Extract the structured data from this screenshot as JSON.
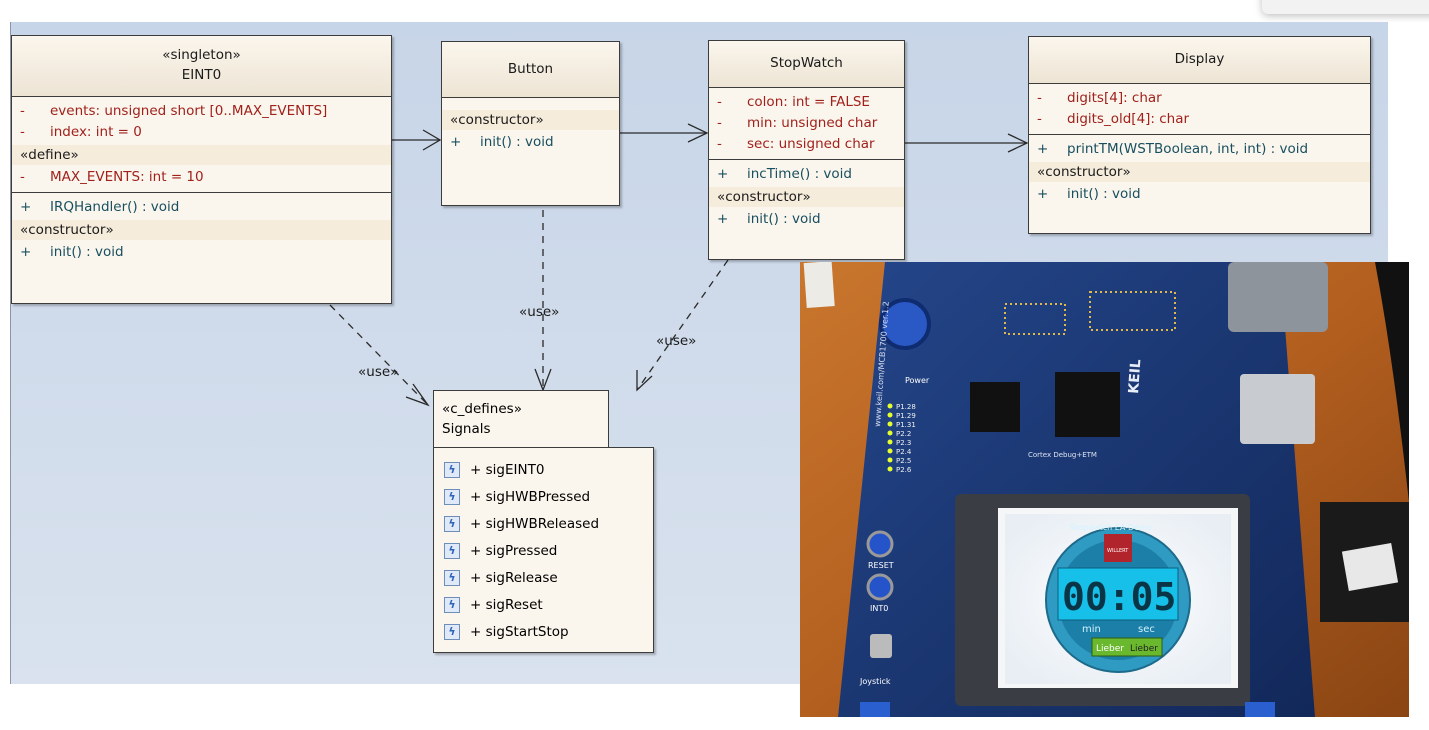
{
  "classes": {
    "eint0": {
      "stereotype": "«singleton»",
      "name": "EINT0",
      "attributes": [
        {
          "vis": "-",
          "text": "events:  unsigned short [0..MAX_EVENTS]"
        },
        {
          "vis": "-",
          "text": "index:  int = 0"
        }
      ],
      "define_label": "«define»",
      "defines": [
        {
          "vis": "-",
          "text": "MAX_EVENTS:  int = 10"
        }
      ],
      "operations": [
        {
          "vis": "+",
          "text": "IRQHandler() : void"
        }
      ],
      "constructor_label": "«constructor»",
      "constructors": [
        {
          "vis": "+",
          "text": "init() : void"
        }
      ]
    },
    "button": {
      "name": "Button",
      "constructor_label": "«constructor»",
      "constructors": [
        {
          "vis": "+",
          "text": "init() : void"
        }
      ]
    },
    "stopwatch": {
      "name": "StopWatch",
      "attributes": [
        {
          "vis": "-",
          "text": "colon:  int = FALSE"
        },
        {
          "vis": "-",
          "text": "min:  unsigned char"
        },
        {
          "vis": "-",
          "text": "sec:  unsigned char"
        }
      ],
      "operations": [
        {
          "vis": "+",
          "text": "incTime() : void"
        }
      ],
      "constructor_label": "«constructor»",
      "constructors": [
        {
          "vis": "+",
          "text": "init() : void"
        }
      ]
    },
    "display": {
      "name": "Display",
      "attributes": [
        {
          "vis": "-",
          "text": "digits[4]:  char"
        },
        {
          "vis": "-",
          "text": "digits_old[4]:  char"
        }
      ],
      "operations": [
        {
          "vis": "+",
          "text": "printTM(WSTBoolean, int, int) : void"
        }
      ],
      "constructor_label": "«constructor»",
      "constructors": [
        {
          "vis": "+",
          "text": "init() : void"
        }
      ]
    },
    "signals": {
      "stereotype": "«c_defines»",
      "name": "Signals",
      "items": [
        "+ sigEINT0",
        "+ sigHWBPressed",
        "+ sigHWBReleased",
        "+ sigPressed",
        "+ sigRelease",
        "+ sigReset",
        "+ sigStartStop"
      ]
    }
  },
  "use_labels": [
    "«use»",
    "«use»",
    "«use»"
  ],
  "photo": {
    "board_brand": "KEIL",
    "board_url": "www.keil.com/MCB1700 ver.1.2",
    "led_labels": [
      "P1.28",
      "P1.29",
      "P1.31",
      "P2.2",
      "P2.3",
      "P2.4",
      "P2.5",
      "P2.6"
    ],
    "power_label": "Power",
    "reset_label": "RESET",
    "int0_label": "INT0",
    "joystick_label": "Joystick",
    "debug_label": "Cortex Debug+ETM",
    "lcd_title": "Stopwatch EA-Demo",
    "lcd_logo": "WILLERT",
    "lcd_time": "00:05",
    "lcd_min": "min",
    "lcd_sec": "sec",
    "lcd_badge_left": "Lieber",
    "lcd_badge_right": "Lieber"
  },
  "colors": {
    "attribute": "#a0211c",
    "operation": "#184f60",
    "class_fill": "#fbf6ed",
    "diagram_bg": "#c7d5e8",
    "board_blue": "#1b3a73"
  }
}
